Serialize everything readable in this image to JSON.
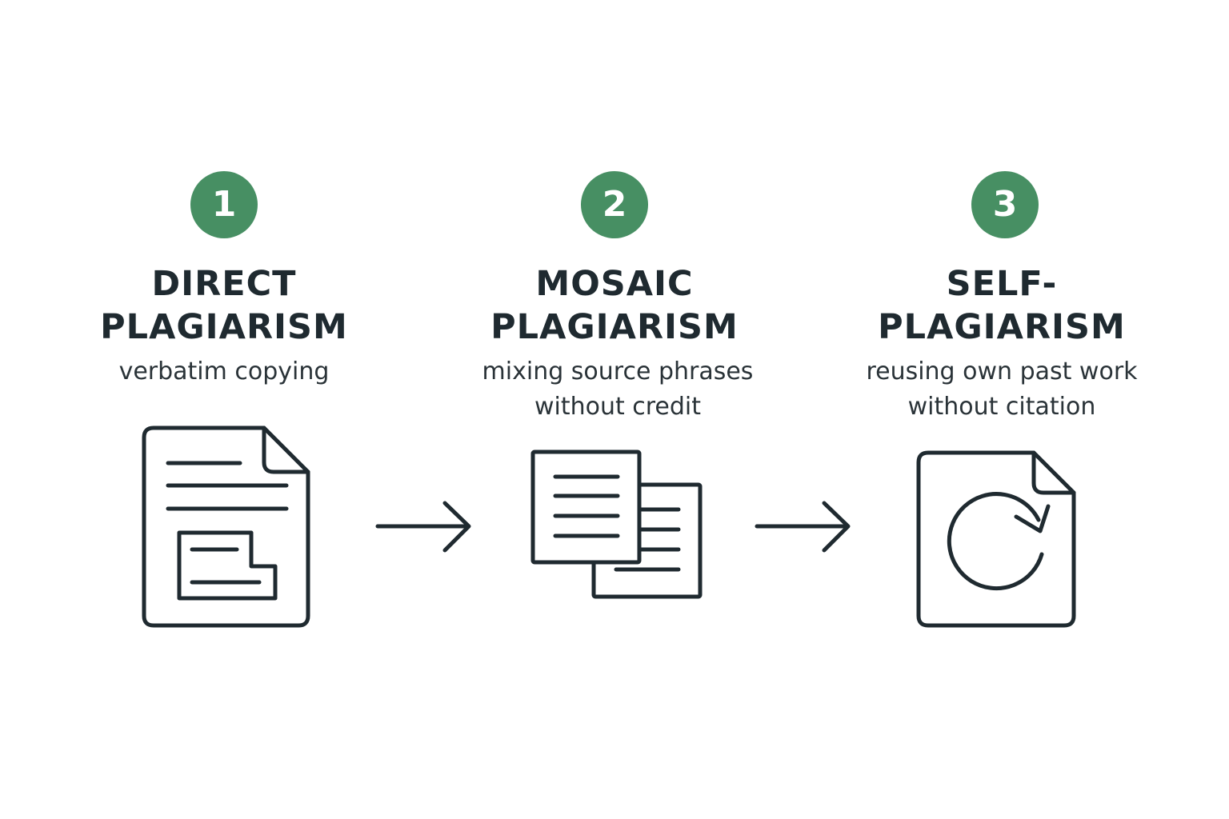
{
  "colors": {
    "badge": "#478f63",
    "ink": "#1f2a30",
    "background": "#ffffff"
  },
  "steps": [
    {
      "number": "1",
      "title_line1": "DIRECT",
      "title_line2": "PLAGIARISM",
      "desc_line1": "verbatim copying",
      "desc_line2": "",
      "icon": "document-with-copied-block-icon"
    },
    {
      "number": "2",
      "title_line1": "MOSAIC",
      "title_line2": "PLAGIARISM",
      "desc_line1": "mixing source phrases",
      "desc_line2": "without credit",
      "icon": "overlapping-documents-icon"
    },
    {
      "number": "3",
      "title_line1": "SELF-",
      "title_line2": "PLAGIARISM",
      "desc_line1": "reusing own past work",
      "desc_line2": "without citation",
      "icon": "document-refresh-icon"
    }
  ],
  "connectors": [
    "arrow-right-icon",
    "arrow-right-icon"
  ]
}
